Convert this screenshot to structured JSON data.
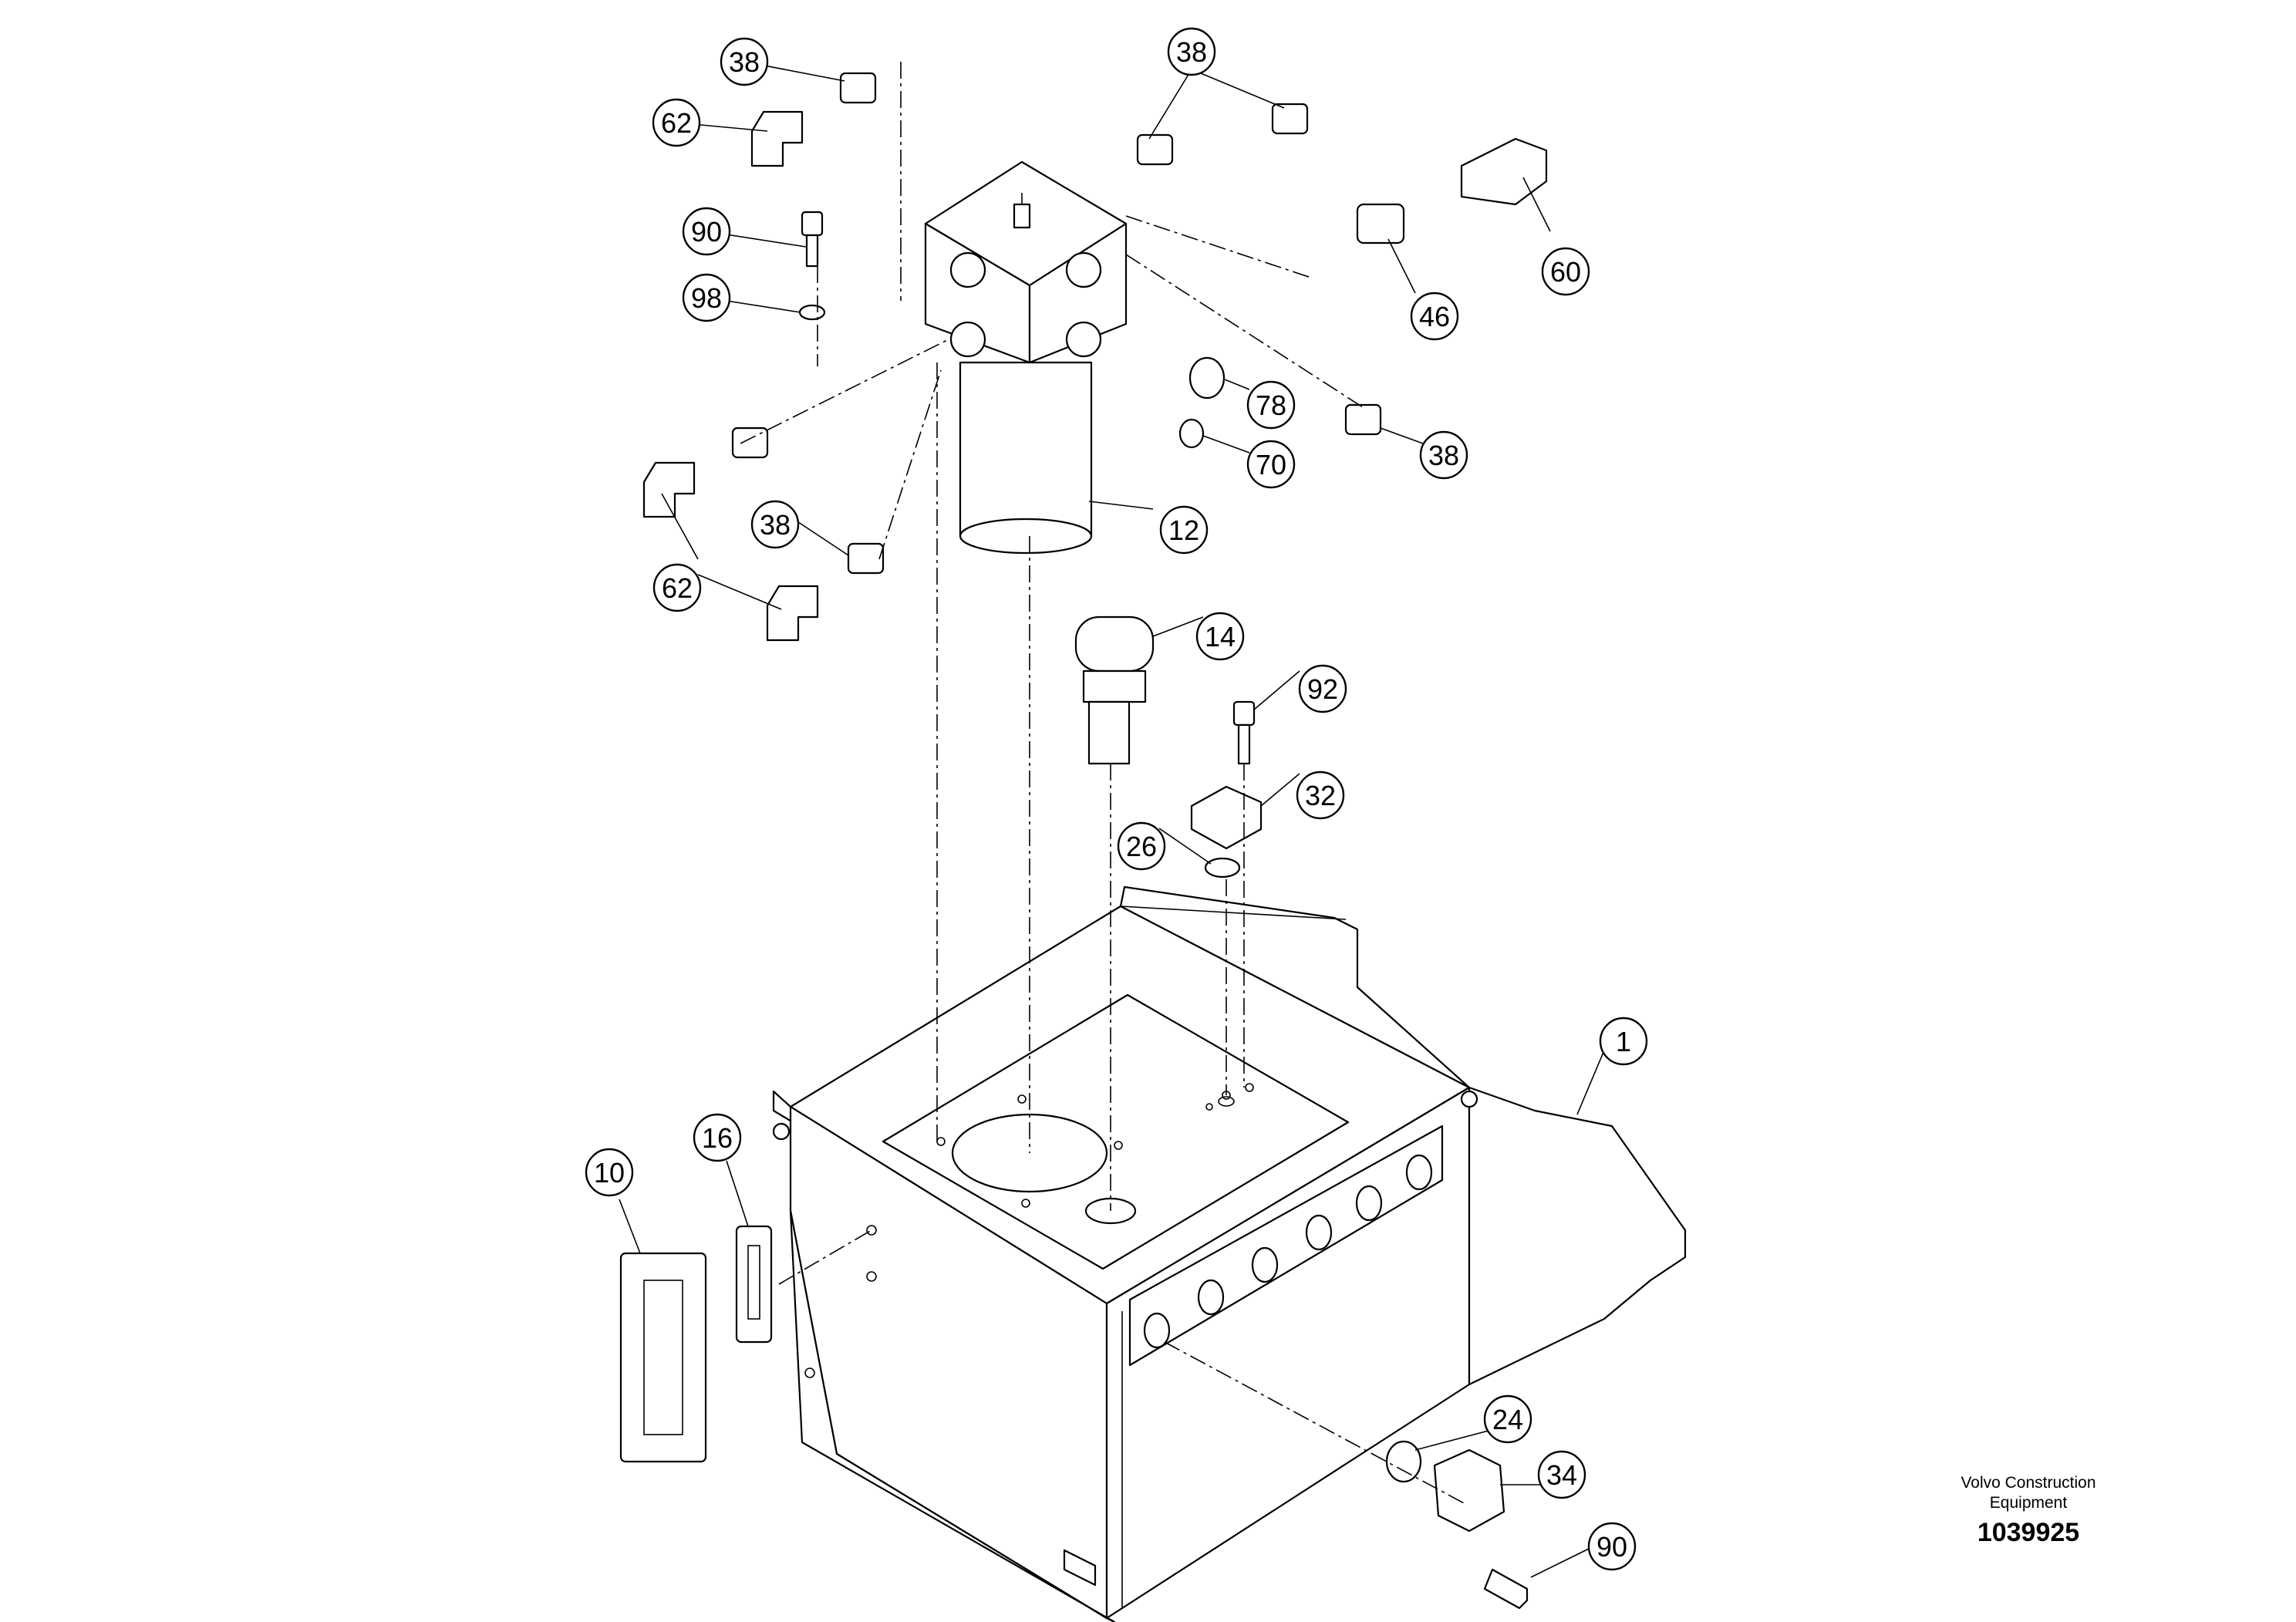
{
  "callouts": [
    {
      "id": "c38a",
      "label": "38"
    },
    {
      "id": "c62a",
      "label": "62"
    },
    {
      "id": "c38b",
      "label": "38"
    },
    {
      "id": "c90a",
      "label": "90"
    },
    {
      "id": "c98",
      "label": "98"
    },
    {
      "id": "c60",
      "label": "60"
    },
    {
      "id": "c46",
      "label": "46"
    },
    {
      "id": "c78",
      "label": "78"
    },
    {
      "id": "c38c",
      "label": "38"
    },
    {
      "id": "c70",
      "label": "70"
    },
    {
      "id": "c38d",
      "label": "38"
    },
    {
      "id": "c12",
      "label": "12"
    },
    {
      "id": "c62b",
      "label": "62"
    },
    {
      "id": "c14",
      "label": "14"
    },
    {
      "id": "c92",
      "label": "92"
    },
    {
      "id": "c32",
      "label": "32"
    },
    {
      "id": "c26",
      "label": "26"
    },
    {
      "id": "c1",
      "label": "1"
    },
    {
      "id": "c10",
      "label": "10"
    },
    {
      "id": "c16",
      "label": "16"
    },
    {
      "id": "c24",
      "label": "24"
    },
    {
      "id": "c34",
      "label": "34"
    },
    {
      "id": "c90b",
      "label": "90"
    }
  ],
  "footer": {
    "maker_line1": "Volvo Construction",
    "maker_line2": "Equipment",
    "reference": "1039925"
  }
}
